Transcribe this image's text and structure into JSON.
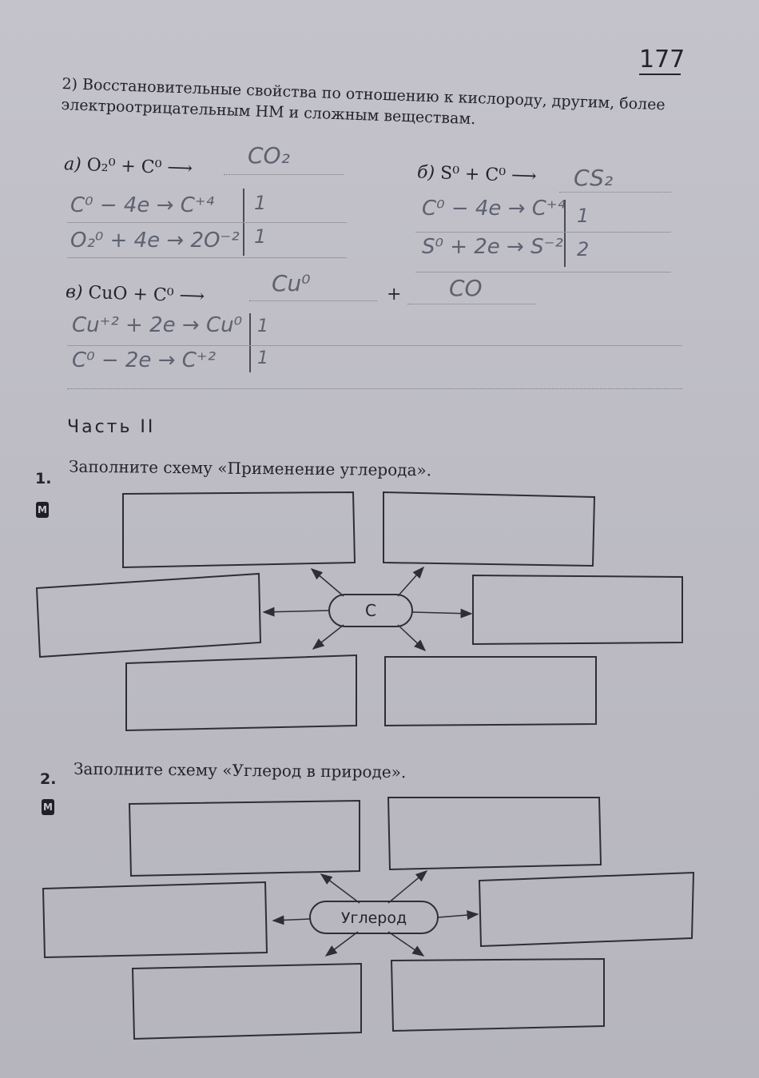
{
  "page_number": "177",
  "intro_text": "2) Восстановительные свойства по отношению к кислороду, другим, более электроотрицательным НМ и сложным веществам.",
  "reactions": {
    "a": {
      "label": "а)",
      "equation": "O₂⁰ + C⁰ ⟶",
      "product": "CO₂",
      "steps": [
        "C⁰ − 4e → C⁺⁴",
        "O₂⁰ + 4e → 2O⁻²"
      ],
      "coefficients": [
        "1",
        "1"
      ]
    },
    "b": {
      "label": "б)",
      "equation": "S⁰ + C⁰ ⟶",
      "product": "CS₂",
      "steps": [
        "C⁰ − 4e → C⁺⁴",
        "S⁰ + 2e → S⁻²"
      ],
      "coefficients": [
        "1",
        "2"
      ]
    },
    "c": {
      "label": "в)",
      "equation": "CuO + C⁰ ⟶",
      "product1": "Cu⁰",
      "plus": "+",
      "product2": "CO",
      "steps": [
        "Cu⁺² + 2e → Cu⁰",
        "C⁰ − 2e → C⁺²"
      ],
      "coefficients": [
        "1",
        "1"
      ]
    }
  },
  "section_title": "Часть II",
  "tasks": [
    {
      "number": "1.",
      "text": "Заполните схему «Применение углерода».",
      "badge": "М",
      "center_label": "C"
    },
    {
      "number": "2.",
      "text": "Заполните схему «Углерод в природе».",
      "badge": "М",
      "center_label": "Углерод"
    }
  ]
}
